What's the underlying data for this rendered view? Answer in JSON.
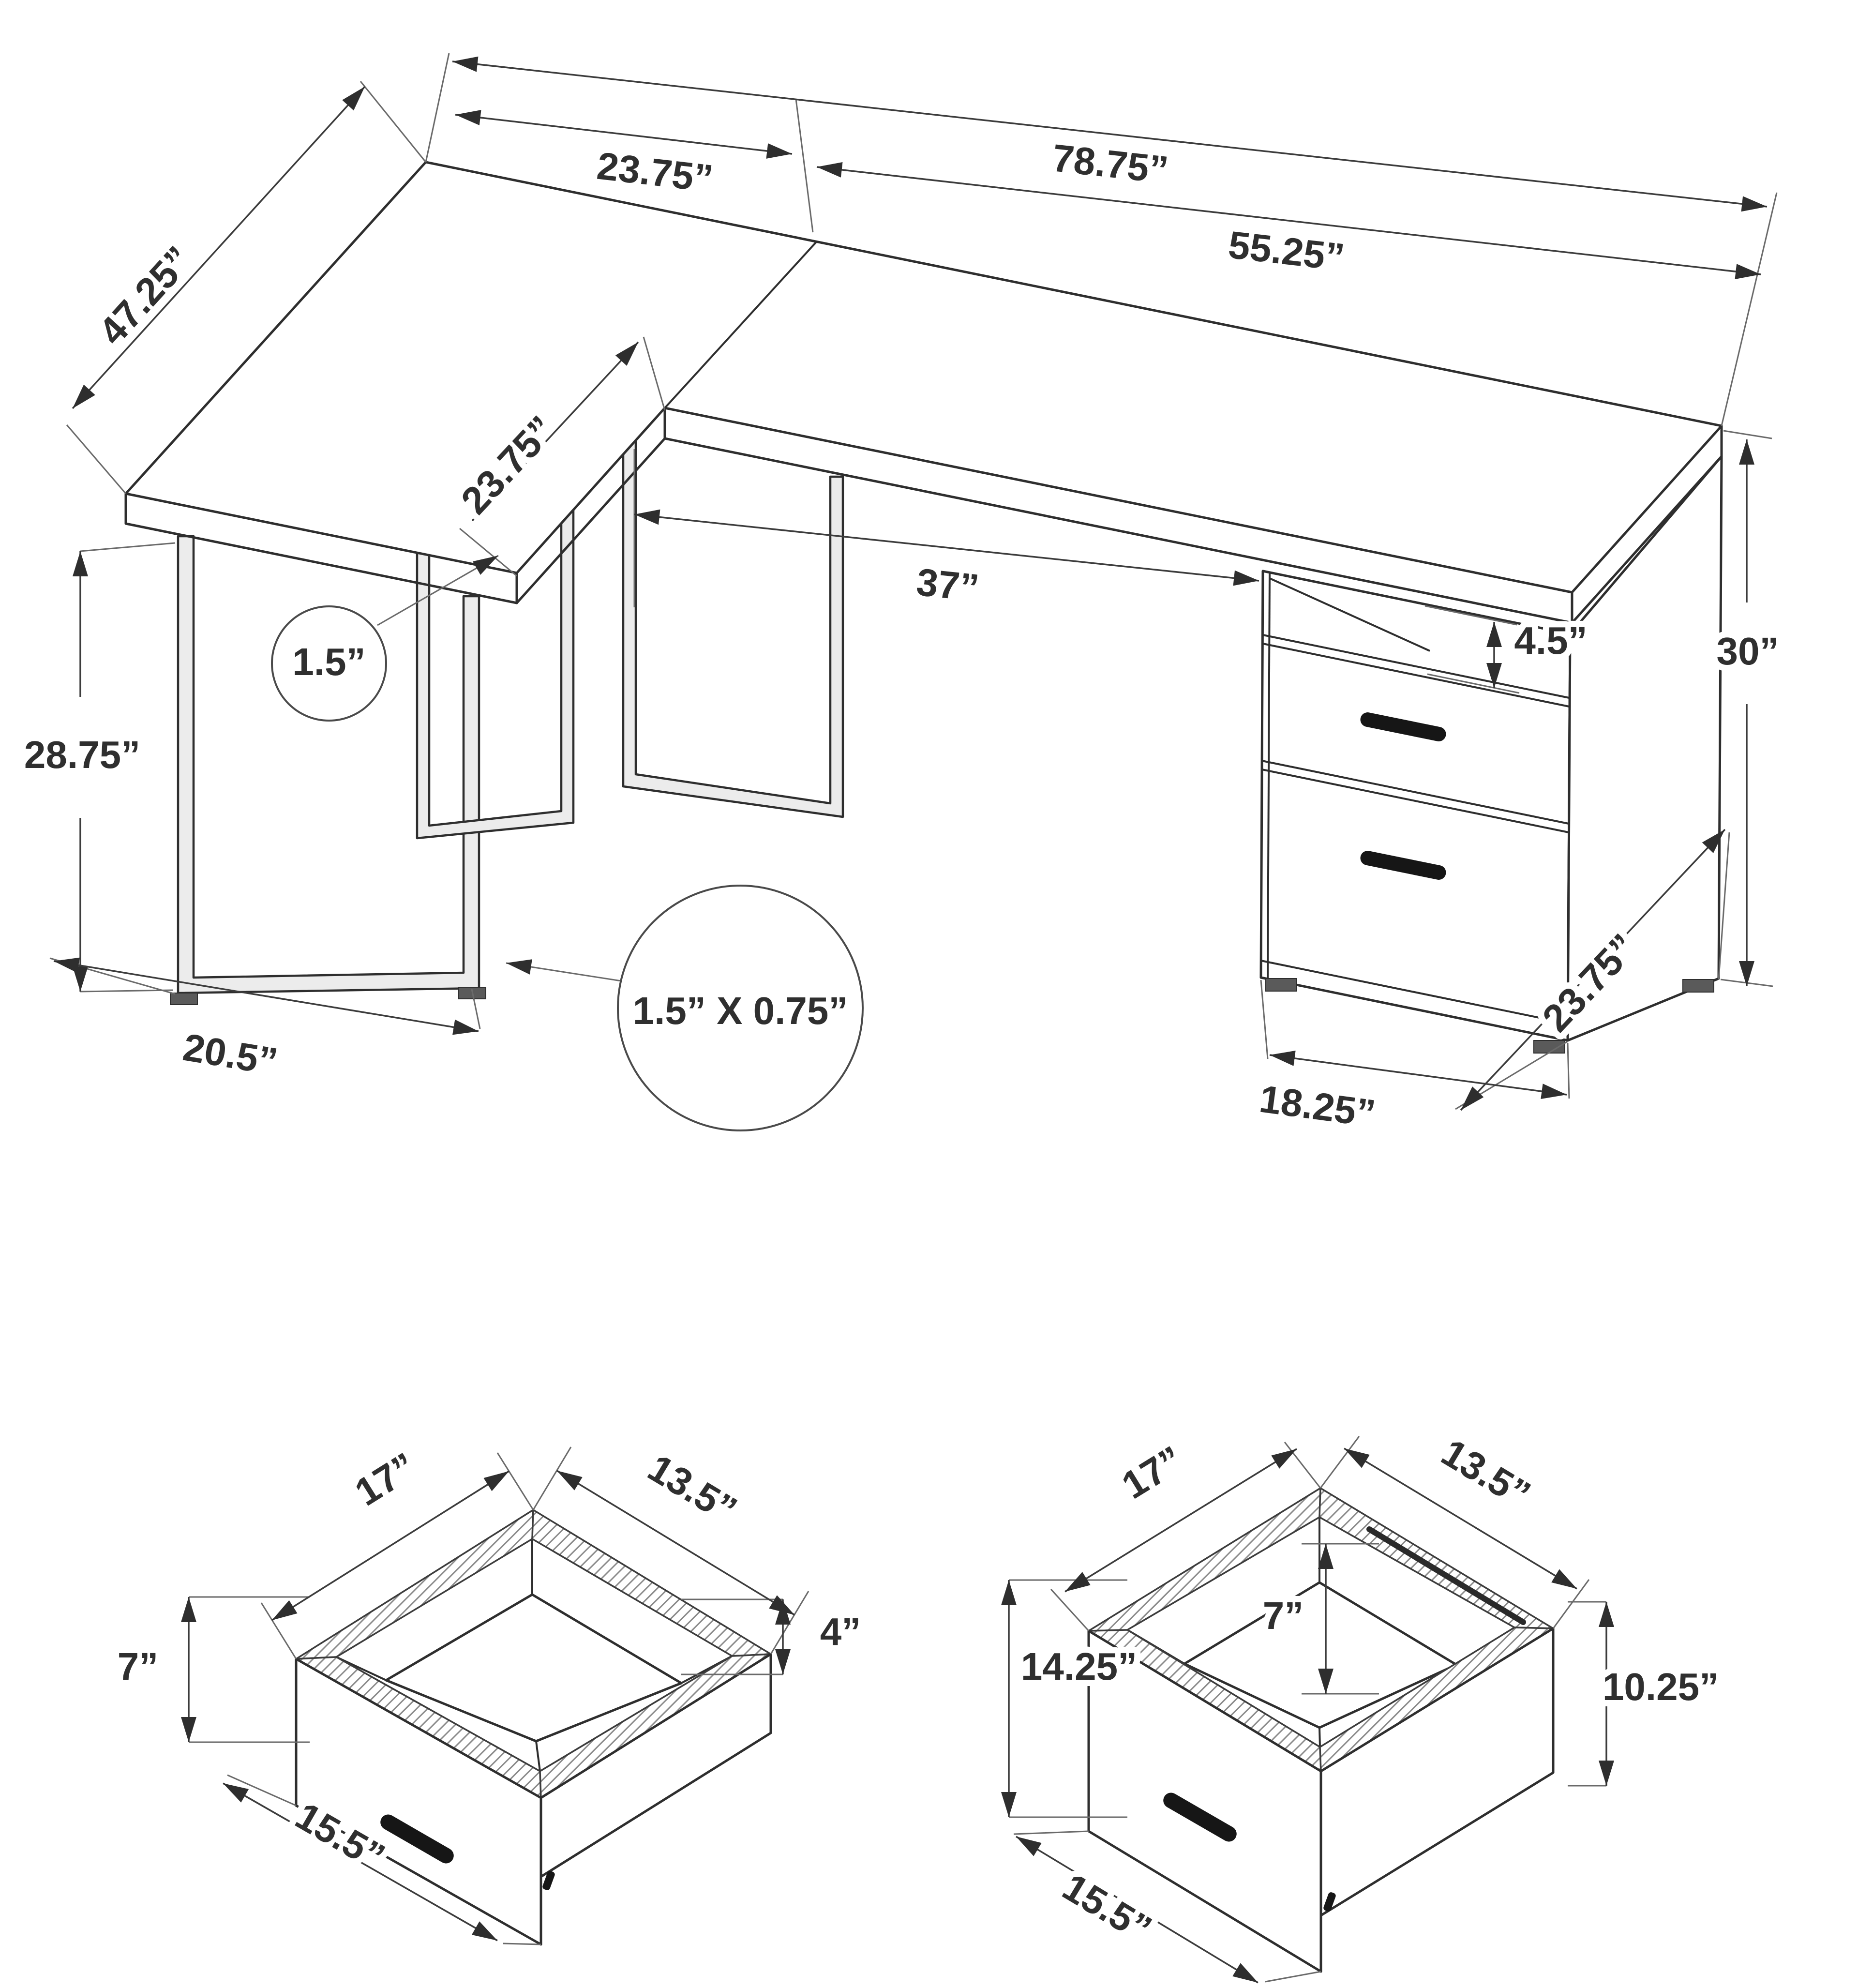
{
  "drawing": {
    "main_view": {
      "overall_width": "78.75”",
      "left_section_width": "23.75”",
      "right_section_width": "55.25”",
      "return_length": "47.25”",
      "return_depth": "23.75”",
      "knee_space_width": "37”",
      "top_thickness": "1.5”",
      "leg_height": "28.75”",
      "open_shelf_height": "4.5”",
      "overall_height": "30”",
      "leg_frame_width": "20.5”",
      "metal_tube_size": "1.5” X 0.75”",
      "pedestal_width": "18.25”",
      "desk_depth": "23.75”"
    },
    "small_drawer_view": {
      "inner_length": "17”",
      "inner_width": "13.5”",
      "front_height": "7”",
      "side_height": "4”",
      "front_width": "15.5”"
    },
    "file_drawer_view": {
      "inner_length": "17”",
      "inner_width": "13.5”",
      "inner_depth": "7”",
      "front_height": "14.25”",
      "side_height": "10.25”",
      "front_width": "15.5”"
    }
  }
}
